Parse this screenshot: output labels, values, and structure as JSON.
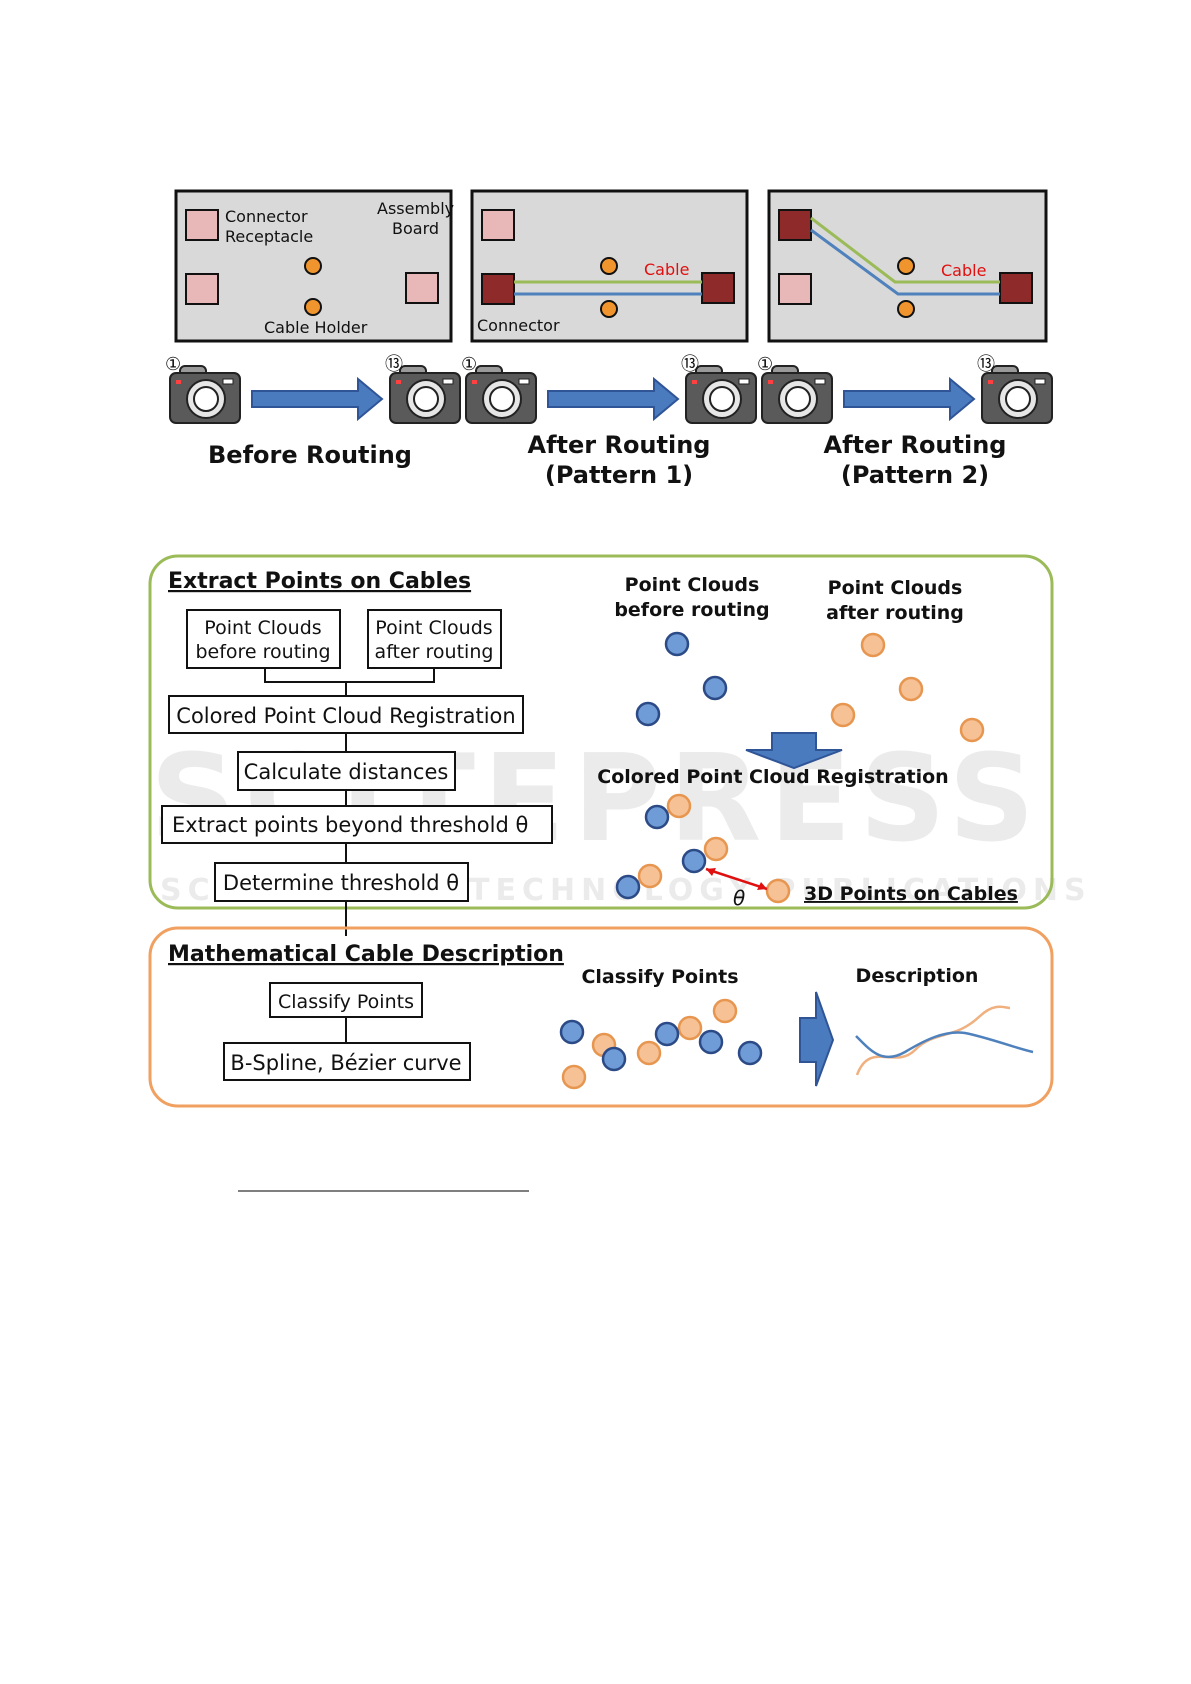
{
  "top": {
    "labels": {
      "connector_receptacle_1": "Connector",
      "connector_receptacle_2": "Receptacle",
      "assembly_board_1": "Assembly",
      "assembly_board_2": "Board",
      "cable_holder": "Cable Holder",
      "cable": "Cable",
      "connector": "Connector",
      "cam_first": "①",
      "cam_last": "⑬"
    },
    "captions": {
      "before": "Before Routing",
      "after1_line1": "After Routing",
      "after1_line2": "(Pattern 1)",
      "after2_line1": "After Routing",
      "after2_line2": "(Pattern 2)"
    }
  },
  "extract": {
    "title": "Extract Points on Cables",
    "pc_before_1": "Point Clouds",
    "pc_before_2": "before routing",
    "pc_after_1": "Point Clouds",
    "pc_after_2": "after routing",
    "registration": "Colored Point Cloud Registration",
    "calc": "Calculate distances",
    "extract_pts": "Extract points beyond threshold θ",
    "determine": "Determine threshold θ",
    "right_before_1": "Point Clouds",
    "right_before_2": "before routing",
    "right_after_1": "Point Clouds",
    "right_after_2": "after routing",
    "right_registration": "Colored Point Cloud Registration",
    "theta": "θ",
    "points_on_cables": "3D Points on Cables"
  },
  "math": {
    "title": "Mathematical Cable Description",
    "classify": "Classify Points",
    "bspline": "B-Spline, Bézier curve",
    "right_classify": "Classify Points",
    "right_description": "Description"
  },
  "watermark": {
    "line1": "SCITEPRESS",
    "line2": "SCIENCE AND TECHNOLOGY PUBLICATIONS"
  },
  "colors": {
    "blue_point": "#6f9bd6",
    "orange_point": "#f6c195",
    "green_frame": "#9bbb59",
    "orange_frame": "#f0a060",
    "dark_connector": "#8e2a2a",
    "receptacle": "#e8b8b8",
    "cable_green": "#9bbb59",
    "cable_blue": "#4f81bd"
  }
}
